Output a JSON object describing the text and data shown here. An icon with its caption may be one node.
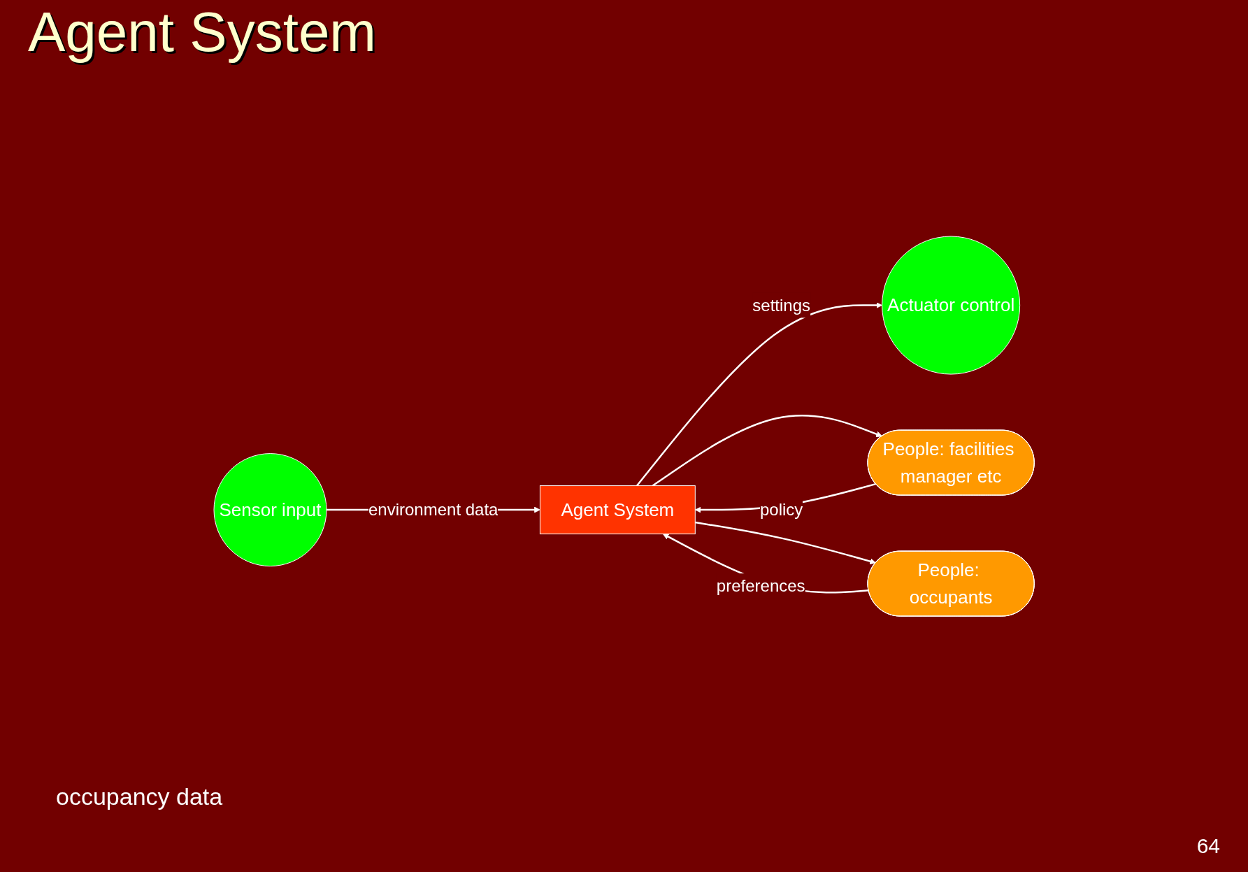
{
  "diagram": {
    "title": "Agent System",
    "nodes": [
      {
        "text": [
          "Sensor input"
        ]
      },
      {
        "text": [
          "Agent System"
        ]
      },
      {
        "text": [
          "People: facilities manager etc"
        ]
      },
      {
        "text": [
          "Actuator control"
        ]
      },
      {
        "text": [
          "People: occupants"
        ]
      }
    ],
    "edges": [
      {
        "from": 0,
        "to": 1,
        "arrow": "to",
        "label": "environment data"
      },
      {
        "from": 2,
        "to": 1,
        "arrow": "to",
        "label": "policy"
      },
      {
        "from": 1,
        "to": 3,
        "arrow": "to",
        "label": "settings"
      },
      {
        "from": 4,
        "to": 1,
        "arrow": "to",
        "label": "preferences"
      },
      {
        "from": 1,
        "to": 2,
        "arrow": "to"
      },
      {
        "from": 1,
        "to": 4,
        "arrow": "to"
      }
    ],
    "labels": [
      "occupancy data",
      "64"
    ]
  }
}
